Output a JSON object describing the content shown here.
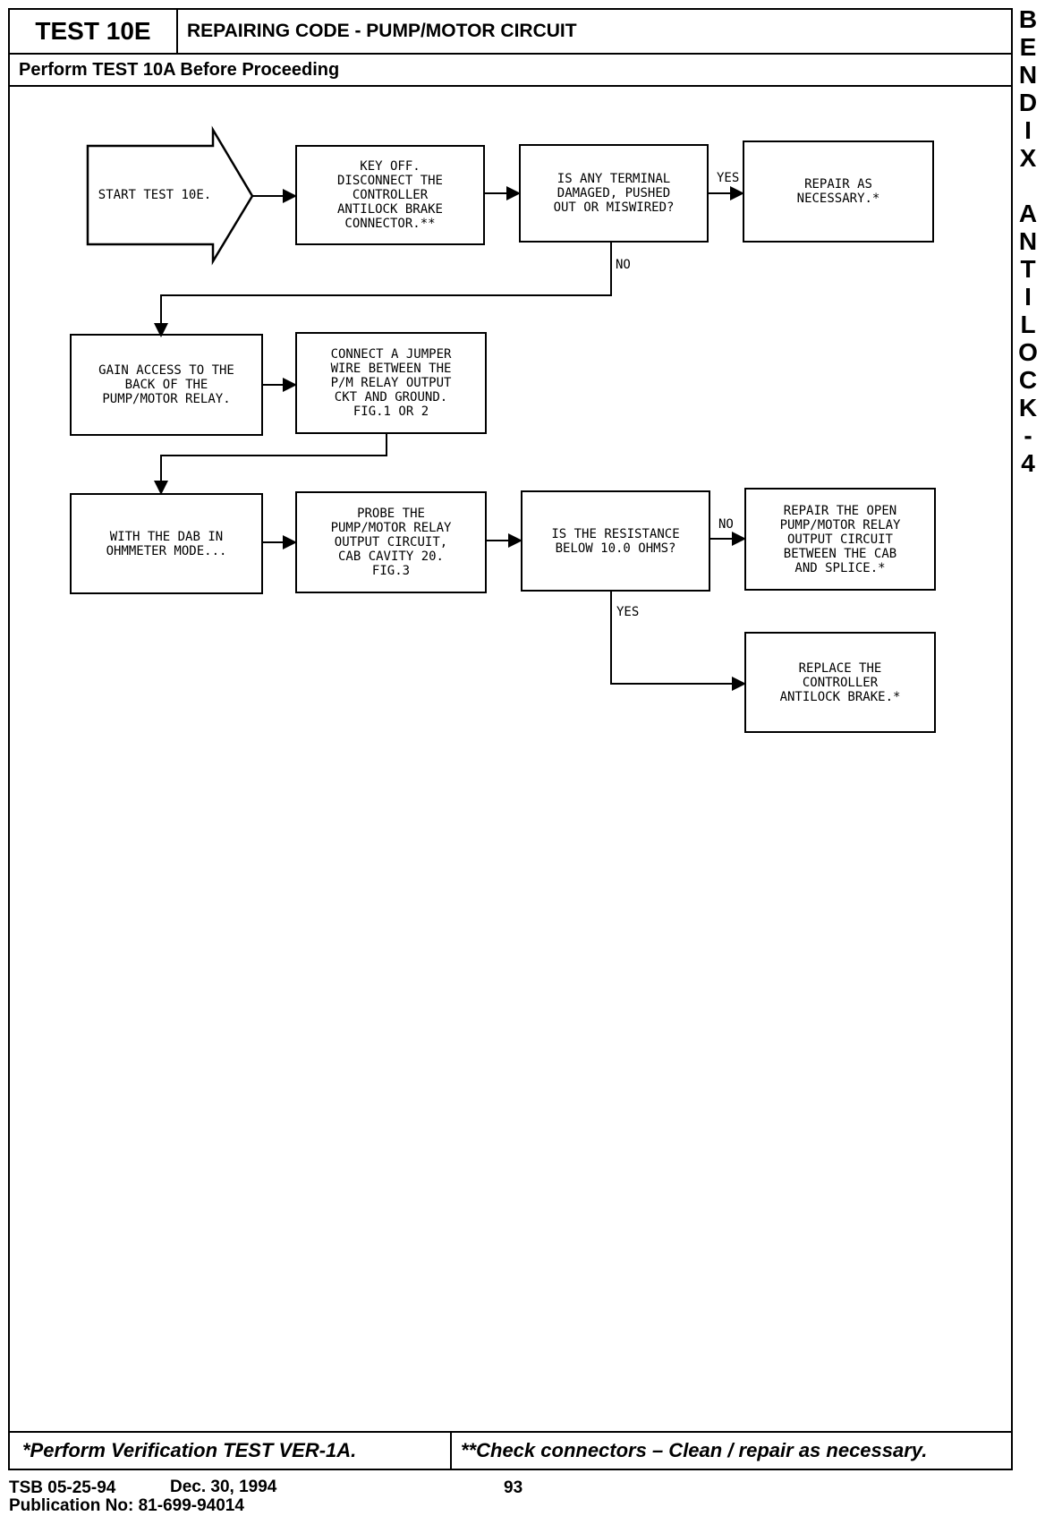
{
  "header": {
    "test_id": "TEST 10E",
    "title": "REPAIRING CODE - PUMP/MOTOR CIRCUIT",
    "subtitle": "Perform TEST 10A Before Proceeding"
  },
  "side_label": [
    "B",
    "E",
    "N",
    "D",
    "I",
    "X",
    "",
    "A",
    "N",
    "T",
    "I",
    "L",
    "O",
    "C",
    "K",
    "-",
    "4"
  ],
  "flow": {
    "start": "START TEST 10E.",
    "key_off": "KEY OFF.\nDISCONNECT THE\nCONTROLLER\nANTILOCK BRAKE\nCONNECTOR.**",
    "terminal_q": "IS ANY TERMINAL\nDAMAGED, PUSHED\nOUT OR MISWIRED?",
    "repair_nec": "REPAIR AS\nNECESSARY.*",
    "gain_access": "GAIN ACCESS TO THE\nBACK OF THE\nPUMP/MOTOR RELAY.",
    "jumper": "CONNECT A JUMPER\nWIRE BETWEEN THE\nP/M RELAY OUTPUT\nCKT AND GROUND.\nFIG.1 OR 2",
    "dab": "WITH THE DAB IN\nOHMMETER MODE...",
    "probe": "PROBE THE\nPUMP/MOTOR RELAY\nOUTPUT CIRCUIT,\nCAB CAVITY 20.\nFIG.3",
    "resistance_q": "IS THE RESISTANCE\nBELOW 10.0 OHMS?",
    "repair_open": "REPAIR THE OPEN\nPUMP/MOTOR RELAY\nOUTPUT CIRCUIT\nBETWEEN THE CAB\nAND SPLICE.*",
    "replace": "REPLACE THE\nCONTROLLER\nANTILOCK BRAKE.*",
    "yes1": "YES",
    "no1": "NO",
    "no2": "NO",
    "yes2": "YES"
  },
  "footer": {
    "left": "*Perform Verification TEST VER-1A.",
    "right": "**Check connectors – Clean / repair as necessary."
  },
  "bottom": {
    "tsb": "TSB 05-25-94",
    "date": "Dec. 30, 1994",
    "page": "93",
    "publication": "Publication No:  81-699-94014"
  }
}
